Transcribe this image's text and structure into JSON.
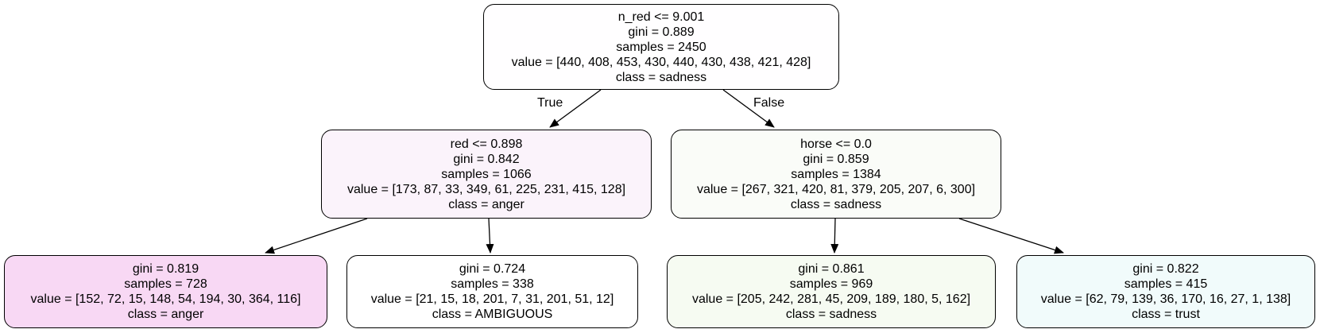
{
  "tree": {
    "nodes": [
      {
        "id": "n0",
        "lines": [
          "n_red <= 9.001",
          "gini = 0.889",
          "samples = 2450",
          "value = [440, 408, 453, 430, 440, 430, 438, 421, 428]",
          "class = sadness"
        ],
        "fill": "#fffeff"
      },
      {
        "id": "n1",
        "lines": [
          "red <= 0.898",
          "gini = 0.842",
          "samples = 1066",
          "value = [173, 87, 33, 349, 61, 225, 231, 415, 128]",
          "class = anger"
        ],
        "fill": "#fbf3fb"
      },
      {
        "id": "n2",
        "lines": [
          "horse <= 0.0",
          "gini = 0.859",
          "samples = 1384",
          "value = [267, 321, 420, 81, 379, 205, 207, 6, 300]",
          "class = sadness"
        ],
        "fill": "#fafcf8"
      },
      {
        "id": "n3",
        "lines": [
          "gini = 0.819",
          "samples = 728",
          "value = [152, 72, 15, 148, 54, 194, 30, 364, 116]",
          "class = anger"
        ],
        "fill": "#f8d8f4"
      },
      {
        "id": "n4",
        "lines": [
          "gini = 0.724",
          "samples = 338",
          "value = [21, 15, 18, 201, 7, 31, 201, 51, 12]",
          "class = AMBIGUOUS"
        ],
        "fill": "#ffffff"
      },
      {
        "id": "n5",
        "lines": [
          "gini = 0.861",
          "samples = 969",
          "value = [205, 242, 281, 45, 209, 189, 180, 5, 162]",
          "class = sadness"
        ],
        "fill": "#f6fbf2"
      },
      {
        "id": "n6",
        "lines": [
          "gini = 0.822",
          "samples = 415",
          "value = [62, 79, 139, 36, 170, 16, 27, 1, 138]",
          "class = trust"
        ],
        "fill": "#f1fbfb"
      }
    ],
    "edge_labels": {
      "true": "True",
      "false": "False"
    }
  }
}
